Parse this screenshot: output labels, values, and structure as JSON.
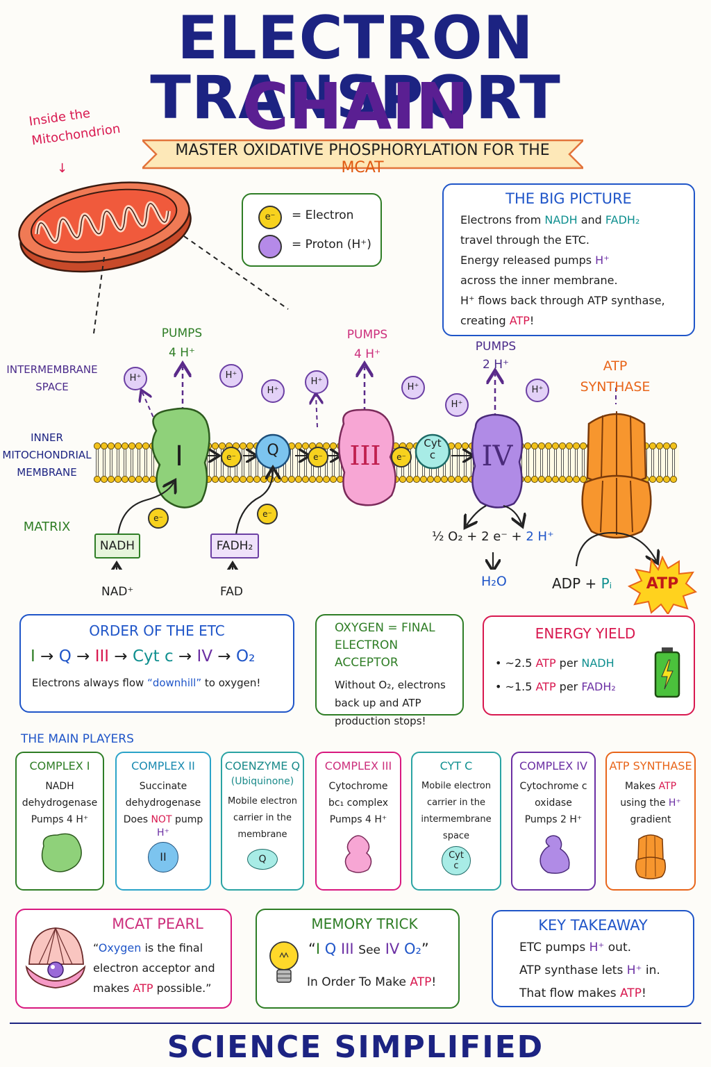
{
  "header": {
    "title_line1": "ELECTRON TRANSPORT",
    "title_line2": "CHAIN",
    "ribbon_prefix": "MASTER OXIDATIVE PHOSPHORYLATION FOR THE ",
    "ribbon_mcat": "MCAT",
    "mito_note_line1": "Inside the",
    "mito_note_line2": "Mitochondrion"
  },
  "legend": {
    "electron_symbol": "e⁻",
    "electron_label": "= Electron",
    "proton_label": "= Proton (H⁺)"
  },
  "big_picture": {
    "title": "THE BIG PICTURE",
    "l1a": "Electrons from ",
    "l1b": "NADH",
    "l1c": " and ",
    "l1d": "FADH₂",
    "l2": "travel through the ETC.",
    "l3a": "Energy released pumps ",
    "l3b": "H⁺",
    "l4": "across the inner membrane.",
    "l5": "H⁺ flows back through ATP synthase,",
    "l6a": "creating ",
    "l6b": "ATP",
    "l6c": "!"
  },
  "regions": {
    "intermembrane_1": "INTERMEMBRANE",
    "intermembrane_2": "SPACE",
    "inner_1": "INNER",
    "inner_2": "MITOCHONDRIAL",
    "inner_3": "MEMBRANE",
    "matrix": "MATRIX"
  },
  "pumps": {
    "c1_a": "PUMPS",
    "c1_b": "4 H⁺",
    "c3_a": "PUMPS",
    "c3_b": "4 H⁺",
    "c4_a": "PUMPS",
    "c4_b": "2 H⁺",
    "atp_a": "ATP",
    "atp_b": "SYNTHASE"
  },
  "complexes": {
    "c1": "I",
    "q": "Q",
    "c3": "III",
    "cyt1": "Cyt",
    "cyt2": "c",
    "c4": "IV",
    "e": "e⁻",
    "h": "H⁺"
  },
  "reactions": {
    "nadh": "NADH",
    "nad": "NAD⁺",
    "fadh2": "FADH₂",
    "fad": "FAD",
    "o2_eq_a": "½ O₂ + 2 e⁻ + ",
    "o2_eq_b": "2 H⁺",
    "water": "H₂O",
    "adp_a": "ADP + ",
    "adp_b": "Pᵢ",
    "atp": "ATP"
  },
  "order": {
    "title": "ORDER OF THE ETC",
    "s1": "I",
    "s2": "Q",
    "s3": "III",
    "s4": "Cyt c",
    "s5": "IV",
    "s6": "O₂",
    "arrow": "→",
    "note_a": "Electrons always flow ",
    "note_b": "“downhill”",
    "note_c": " to oxygen!"
  },
  "oxygen": {
    "title_1": "OXYGEN = FINAL",
    "title_2": "ELECTRON ACCEPTOR",
    "b1": "Without O₂, electrons",
    "b2": "back up and ATP",
    "b3": "production stops!"
  },
  "energy": {
    "title": "ENERGY YIELD",
    "r1a": "~2.5 ",
    "r1b": "ATP",
    "r1c": " per ",
    "r1d": "NADH",
    "r2a": "~1.5 ",
    "r2b": "ATP",
    "r2c": " per ",
    "r2d": "FADH₂"
  },
  "main_players": {
    "heading": "THE MAIN PLAYERS",
    "cards": [
      {
        "title": "COMPLEX I",
        "l1": "NADH",
        "l2": "dehydrogenase",
        "l3": "Pumps 4 H⁺",
        "icon": ""
      },
      {
        "title": "COMPLEX II",
        "l1": "Succinate",
        "l2": "dehydrogenase",
        "l3a": "Does ",
        "l3b": "NOT",
        "l3c": " pump",
        "l4": "H⁺",
        "icon": "II"
      },
      {
        "title": "COENZYME Q",
        "sub": "(Ubiquinone)",
        "l1": "Mobile electron",
        "l2": "carrier in the",
        "l3": "membrane",
        "icon": "Q"
      },
      {
        "title": "COMPLEX III",
        "l1": "Cytochrome",
        "l2": "bc₁ complex",
        "l3": "Pumps 4 H⁺",
        "icon": ""
      },
      {
        "title": "CYT C",
        "l1": "Mobile electron",
        "l2": "carrier in the",
        "l3": "intermembrane",
        "l4": "space",
        "icon1": "Cyt",
        "icon2": "c"
      },
      {
        "title": "COMPLEX IV",
        "l1": "Cytochrome c",
        "l2": "oxidase",
        "l3": "Pumps 2 H⁺",
        "icon": ""
      },
      {
        "title": "ATP SYNTHASE",
        "l1a": "Makes ",
        "l1b": "ATP",
        "l2a": "using the ",
        "l2b": "H⁺",
        "l3": "gradient",
        "icon": ""
      }
    ]
  },
  "pearl": {
    "title": "MCAT PEARL",
    "l1a": "“",
    "l1b": "Oxygen",
    "l1c": " is the final",
    "l2": "electron acceptor and",
    "l3a": "makes ",
    "l3b": "ATP",
    "l3c": " possible.”"
  },
  "memory": {
    "title": "MEMORY TRICK",
    "q_open": "“",
    "q1": "I",
    "q2": "Q",
    "q3": "III",
    "q4": "See",
    "q5": "IV",
    "q6": "O₂",
    "q_close": "”",
    "l2a": "In Order To Make ",
    "l2b": "ATP",
    "l2c": "!"
  },
  "takeaway": {
    "title": "KEY TAKEAWAY",
    "l1a": "ETC pumps ",
    "l1b": "H⁺",
    "l1c": " out.",
    "l2a": "ATP synthase lets ",
    "l2b": "H⁺",
    "l2c": " in.",
    "l3a": "That flow makes ",
    "l3b": "ATP",
    "l3c": "!"
  },
  "footer": {
    "text": "SCIENCE SIMPLIFIED"
  },
  "colors": {
    "navy": "#1c2382",
    "purple_title": "#5a1f92",
    "complex1": "#8fd17a",
    "q": "#7cc4ef",
    "complex3": "#f7a6d4",
    "cytc": "#a8ece6",
    "complex4": "#b08be6",
    "atp_synthase": "#f7962e",
    "electron": "#f7d21e",
    "proton": "#d9c2f3"
  }
}
